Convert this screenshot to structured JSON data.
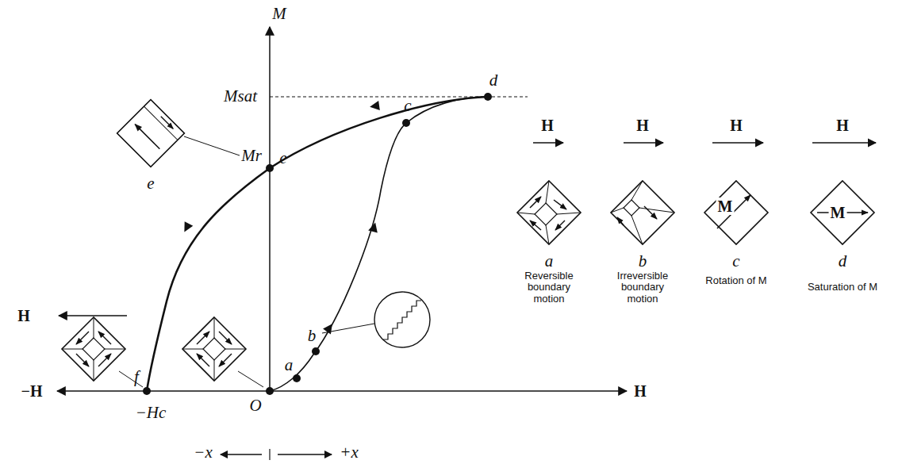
{
  "diagram": {
    "labels": [
      "M",
      "Msat",
      "d",
      "c",
      "e",
      "Mr",
      "e",
      "b",
      "a",
      "O",
      "f",
      "−Hc",
      "−H",
      "H",
      "H",
      "−x",
      "+x",
      "H",
      "H",
      "H",
      "H",
      "a",
      "Reversible boundary motion",
      "b",
      "Irreversible boundary motion",
      "c",
      "Rotation of M",
      "d",
      "Saturation of M",
      "M",
      "M"
    ]
  }
}
